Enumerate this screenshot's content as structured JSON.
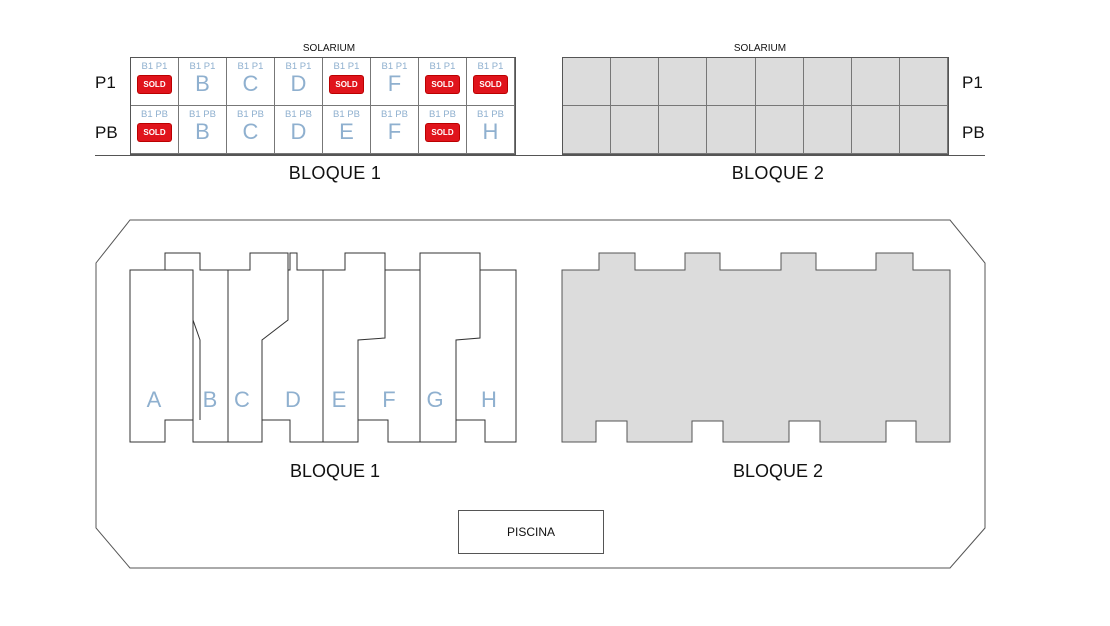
{
  "top": {
    "solarium_left": "SOLARIUM",
    "solarium_right": "SOLARIUM",
    "p1_label": "P1",
    "pb_label": "PB",
    "bloque1_label": "BLOQUE 1",
    "bloque2_label": "BLOQUE 2",
    "row_p1": [
      {
        "code": "B1 P1",
        "letter": "",
        "sold": "SOLD"
      },
      {
        "code": "B1 P1",
        "letter": "B",
        "sold": ""
      },
      {
        "code": "B1 P1",
        "letter": "C",
        "sold": ""
      },
      {
        "code": "B1 P1",
        "letter": "D",
        "sold": ""
      },
      {
        "code": "B1 P1",
        "letter": "",
        "sold": "SOLD"
      },
      {
        "code": "B1 P1",
        "letter": "F",
        "sold": ""
      },
      {
        "code": "B1 P1",
        "letter": "",
        "sold": "SOLD"
      },
      {
        "code": "B1 P1",
        "letter": "",
        "sold": "SOLD"
      }
    ],
    "row_pb": [
      {
        "code": "B1 PB",
        "letter": "",
        "sold": "SOLD"
      },
      {
        "code": "B1 PB",
        "letter": "B",
        "sold": ""
      },
      {
        "code": "B1 PB",
        "letter": "C",
        "sold": ""
      },
      {
        "code": "B1 PB",
        "letter": "D",
        "sold": ""
      },
      {
        "code": "B1 PB",
        "letter": "E",
        "sold": ""
      },
      {
        "code": "B1 PB",
        "letter": "F",
        "sold": ""
      },
      {
        "code": "B1 PB",
        "letter": "",
        "sold": "SOLD"
      },
      {
        "code": "B1 PB",
        "letter": "H",
        "sold": ""
      }
    ]
  },
  "plan": {
    "bloque1_label": "BLOQUE 1",
    "bloque2_label": "BLOQUE 2",
    "piscina_label": "PISCINA",
    "units": [
      "A",
      "B",
      "C",
      "D",
      "E",
      "F",
      "G",
      "H"
    ]
  },
  "colors": {
    "sold_red": "#e0141c",
    "unit_letter_blue": "#8fb0cf",
    "bloque2_gray": "#dcdcdc"
  }
}
